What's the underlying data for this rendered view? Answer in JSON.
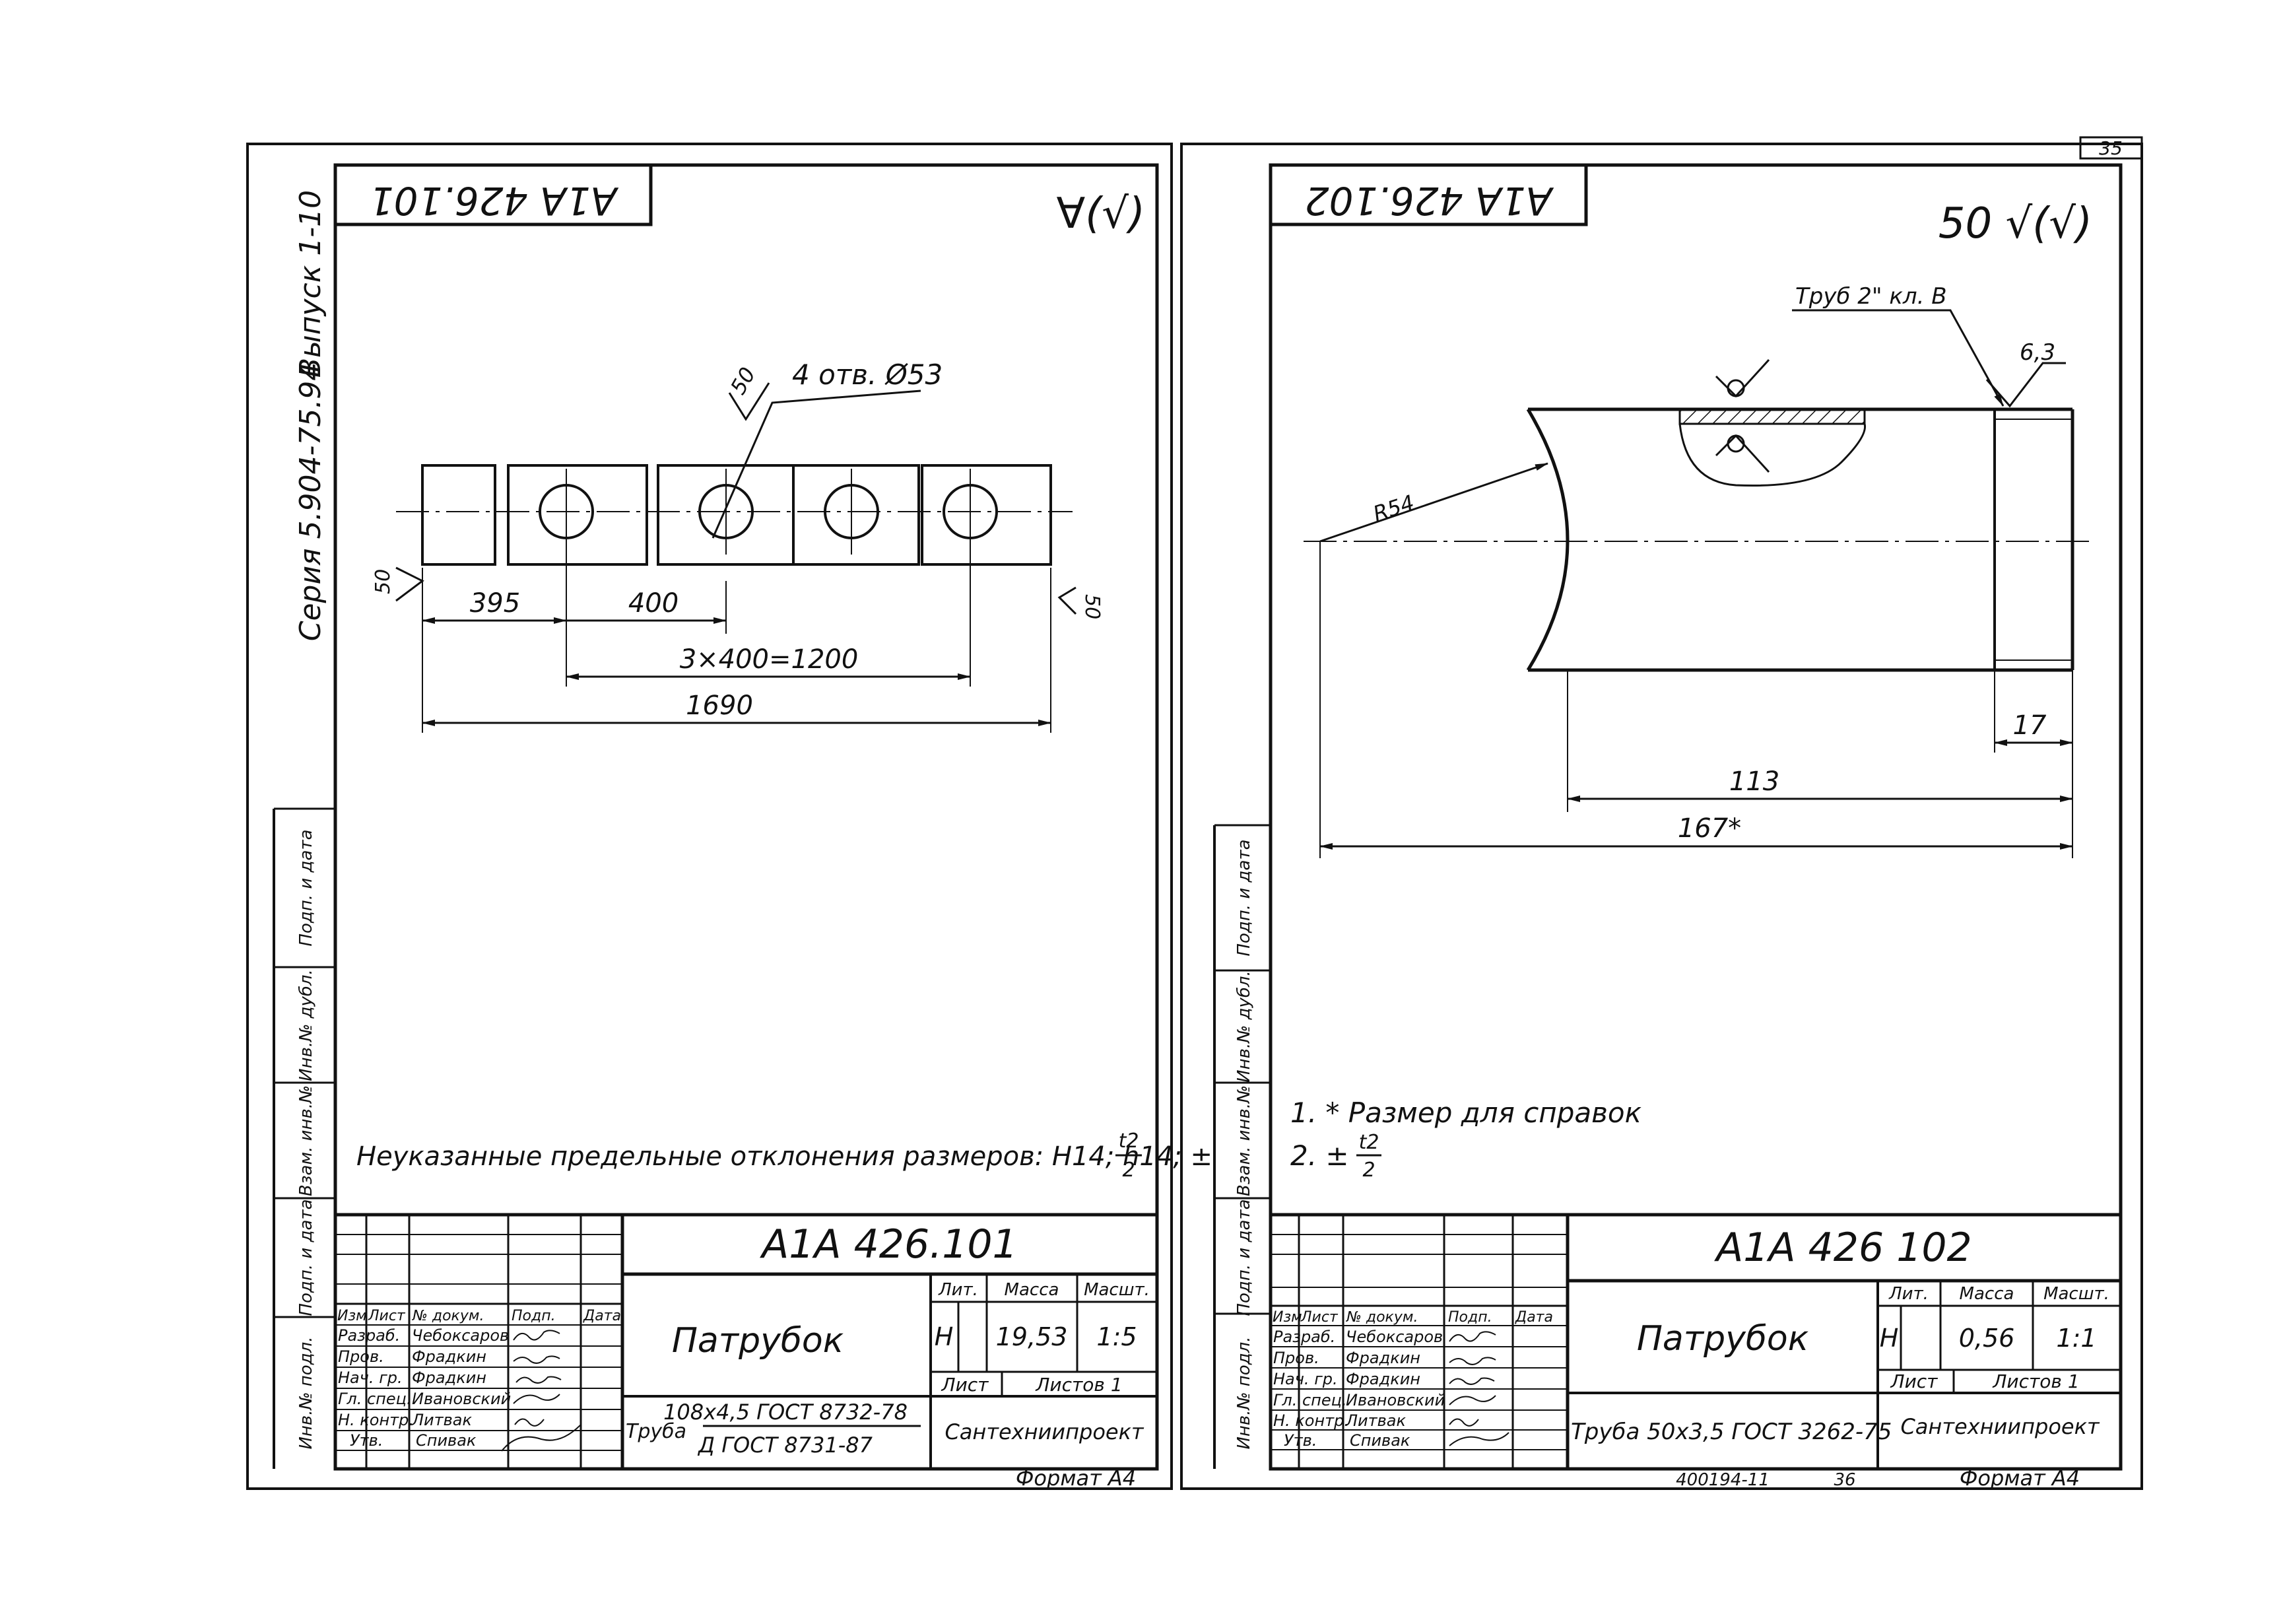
{
  "page_number": "35",
  "sidebar_left": {
    "series": "Серия 5.904-75.94",
    "issue": "Выпуск 1-10",
    "cells": [
      "Подп. и дата",
      "Инв.№ дубл.",
      "Взам. инв.№",
      "Подп. и дата",
      "Инв.№ подл."
    ]
  },
  "sidebar_right": {
    "cells": [
      "Подп. и дата",
      "Инв.№ дубл.",
      "Взам. инв.№",
      "Подп. и дата",
      "Инв.№ подл."
    ]
  },
  "sheet_left": {
    "stamp_code_mirrored": "А1А 426.101",
    "surface_finish": "∀(√)",
    "hole_leader": "4 отв. Ø53",
    "roughness_label": "50",
    "roughness_left": "50",
    "roughness_right": "50",
    "dimensions": {
      "d395": "395",
      "d400": "400",
      "d3x400": "3×400=1200",
      "d1690": "1690"
    },
    "note": "Неуказанные предельные отклонения размеров: H14; h14; ±",
    "note_frac_num": "t2",
    "note_frac_den": "2",
    "title_block": {
      "code": "А1А 426.101",
      "name": "Патрубок",
      "header_labels": [
        "Изм",
        "Лист",
        "№ докум.",
        "Подп.",
        "Дата"
      ],
      "roles": [
        "Разраб.",
        "Пров.",
        "Нач. гр.",
        "Гл. спец.",
        "Н. контр.",
        "Утв."
      ],
      "people": [
        "Чебоксаров",
        "Фрадкин",
        "Фрадкин",
        "Ивановский",
        "Литвак",
        "Спивак"
      ],
      "lit_label": "Лит.",
      "mass_label": "Масса",
      "scale_label": "Масшт.",
      "lit_value": "Н",
      "mass_value": "19,53",
      "scale_value": "1:5",
      "sheet_label": "Лист",
      "sheets_label": "Листов 1",
      "material_prefix": "Труба",
      "material_line1": "108х4,5 ГОСТ 8732-78",
      "material_line2": "Д ГОСТ 8731-87",
      "org": "Сантехниипроект",
      "format": "Формат А4"
    }
  },
  "sheet_right": {
    "stamp_code_mirrored": "А1А 426.102",
    "surface_finish": "50 √(√)",
    "pipe_leader": "Труб 2\" кл. В",
    "roughness_value": "6,3",
    "radius": "R54",
    "dimensions": {
      "d17": "17",
      "d113": "113",
      "d167": "167*"
    },
    "notes": [
      "1. * Размер для справок",
      "2. ±"
    ],
    "note2_frac_num": "t2",
    "note2_frac_den": "2",
    "title_block": {
      "code": "А1А 426 102",
      "name": "Патрубок",
      "header_labels": [
        "Изм",
        "Лист",
        "№ докум.",
        "Подп.",
        "Дата"
      ],
      "roles": [
        "Разраб.",
        "Пров.",
        "Нач. гр.",
        "Гл. спец.",
        "Н. контр.",
        "Утв."
      ],
      "people": [
        "Чебоксаров",
        "Фрадкин",
        "Фрадкин",
        "Ивановский",
        "Литвак",
        "Спивак"
      ],
      "lit_label": "Лит.",
      "mass_label": "Масса",
      "scale_label": "Масшт.",
      "lit_value": "Н",
      "mass_value": "0,56",
      "scale_value": "1:1",
      "sheet_label": "Лист",
      "sheets_label": "Листов 1",
      "material": "Труба 50х3,5 ГОСТ 3262-75",
      "org": "Сантехниипроект",
      "format": "Формат А4",
      "bottom_code": "400194-11",
      "bottom_number": "36"
    }
  }
}
